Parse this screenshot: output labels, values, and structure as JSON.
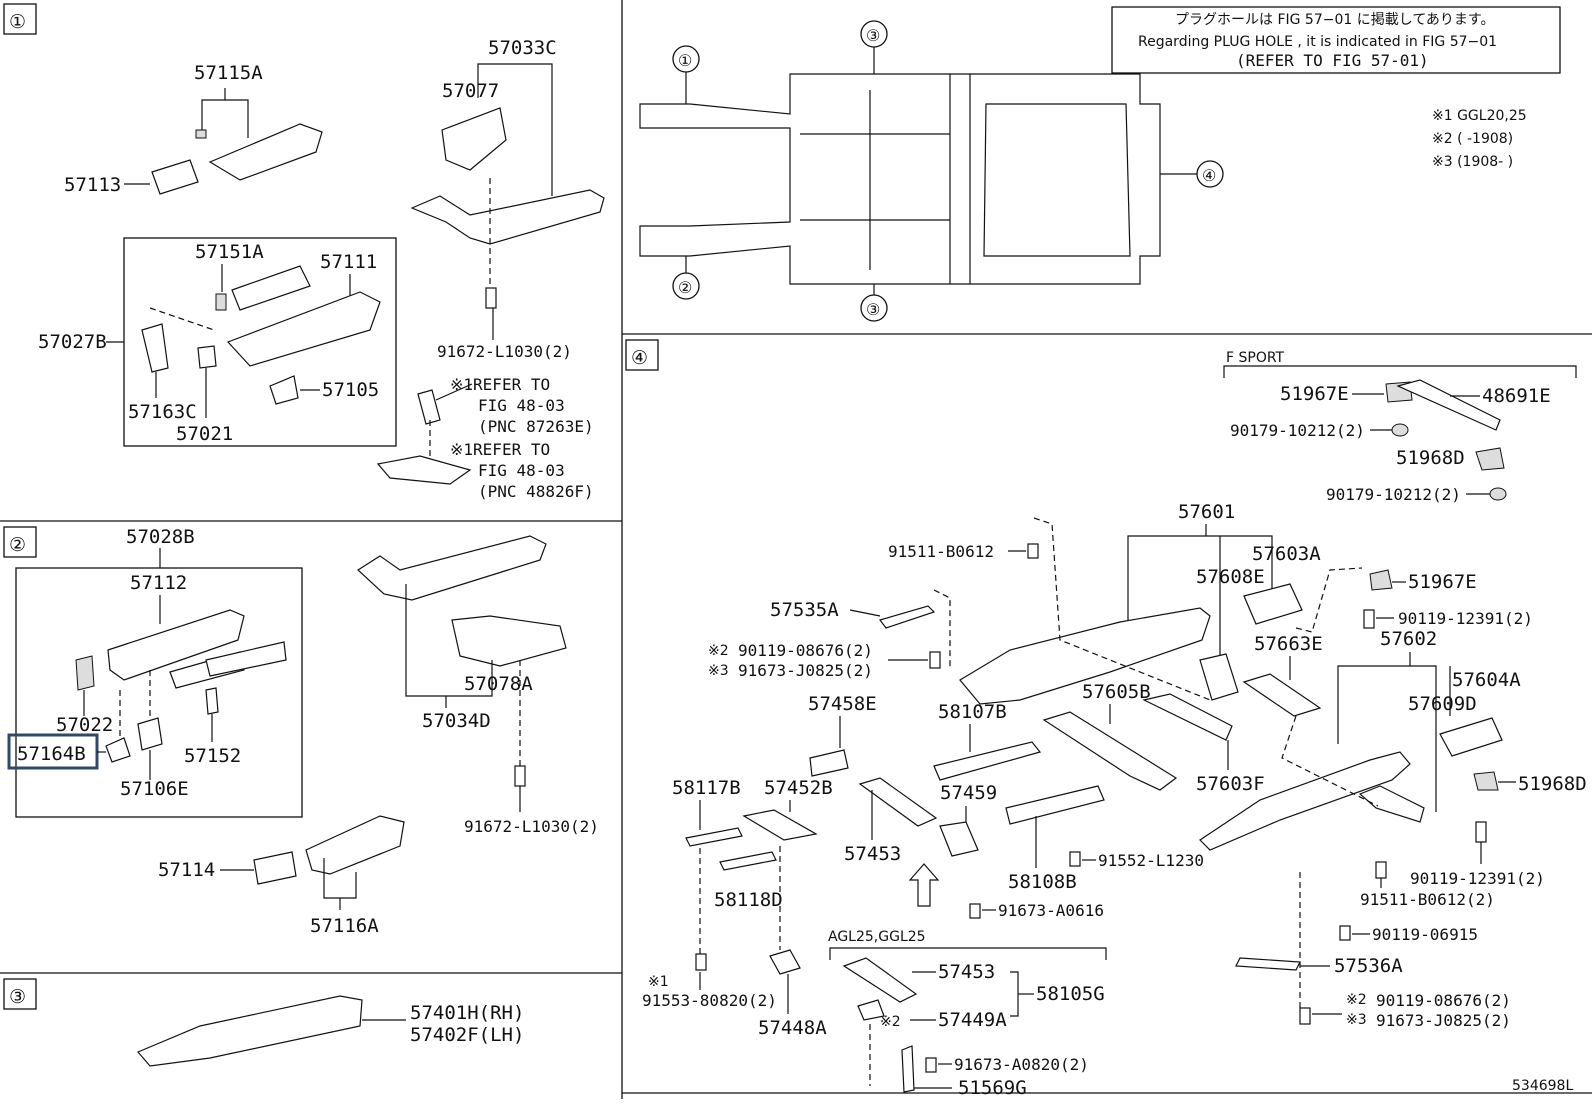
{
  "sections": {
    "s1": "①",
    "s2": "②",
    "s3": "③",
    "s4": "④"
  },
  "plug_note": {
    "jp": "プラグホールは FIG 57−01 に掲載してあります。",
    "en": "Regarding PLUG HOLE , it is indicated in FIG 57−01",
    "ref": "(REFER TO FIG 57-01)"
  },
  "legend": {
    "n1": "※1 GGL20,25",
    "n2": "※2 (     -1908)",
    "n3": "※3 (1908-     )"
  },
  "s1_labels": {
    "p57115A": "57115A",
    "p57033C": "57033C",
    "p57077": "57077",
    "p57113": "57113",
    "p57151A": "57151A",
    "p57111": "57111",
    "p57027B": "57027B",
    "p57105": "57105",
    "p57163C": "57163C",
    "p57021": "57021",
    "p91672": "91672-L1030(2)",
    "ref1a": "※1REFER TO",
    "ref1b": "FIG 48-03",
    "ref1c": "(PNC 87263E)",
    "ref2a": "※1REFER TO",
    "ref2b": "FIG 48-03",
    "ref2c": "(PNC 48826F)"
  },
  "s2_labels": {
    "p57028B": "57028B",
    "p57112": "57112",
    "p57022": "57022",
    "p57164B": "57164B",
    "p57106E": "57106E",
    "p57152": "57152",
    "p57078A": "57078A",
    "p57034D": "57034D",
    "p91672": "91672-L1030(2)",
    "p57114": "57114",
    "p57116A": "57116A"
  },
  "s3_labels": {
    "rh": "57401H(RH)",
    "lh": "57402F(LH)"
  },
  "s4_labels": {
    "fsport": "F SPORT",
    "p51967E": "51967E",
    "p48691E": "48691E",
    "p90179a": "90179-10212(2)",
    "p51968D": "51968D",
    "p90179b": "90179-10212(2)",
    "p57601": "57601",
    "p91511": "91511-B0612",
    "p57603A": "57603A",
    "p57608E": "57608E",
    "p51967E2": "51967E",
    "p90119a": "90119-12391(2)",
    "p57535A": "57535A",
    "p57663E": "57663E",
    "p57602": "57602",
    "p57604A": "57604A",
    "p57609D": "57609D",
    "n2a": "※2",
    "p90119b": "90119-08676(2)",
    "n3a": "※3",
    "p91673a": "91673-J0825(2)",
    "p57458E": "57458E",
    "p58107B": "58107B",
    "p57605B": "57605B",
    "p57603F": "57603F",
    "p58117B": "58117B",
    "p57452B": "57452B",
    "p57459": "57459",
    "p51968D2": "51968D",
    "p57453": "57453",
    "p58108B": "58108B",
    "p91552": "91552-L1230",
    "p90119c": "90119-12391(2)",
    "p58118D": "58118D",
    "p91673b": "91673-A0616",
    "p91511b": "91511-B0612(2)",
    "p90119d": "90119-06915",
    "agl": "AGL25,GGL25",
    "p57453b": "57453",
    "p57536A": "57536A",
    "p58105G": "58105G",
    "n1b": "※1",
    "p91553": "91553-80820(2)",
    "n2b": "※2",
    "p57449A": "57449A",
    "n2c": "※2",
    "p90119e": "90119-08676(2)",
    "n3c": "※3",
    "p91673c": "91673-J0825(2)",
    "p57448A": "57448A",
    "p91673d": "91673-A0820(2)",
    "p51569G": "51569G"
  },
  "overview": {
    "c1": "①",
    "c2": "②",
    "c3a": "③",
    "c3b": "③",
    "c4": "④"
  },
  "figure_id": "534698L"
}
